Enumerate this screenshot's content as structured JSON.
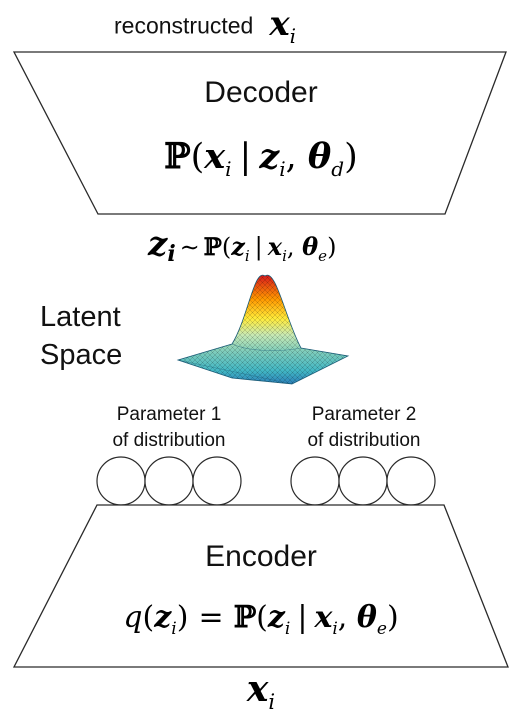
{
  "top_output": {
    "label": "reconstructed",
    "symbol": "x",
    "subscript": "i"
  },
  "decoder": {
    "title": "Decoder",
    "formula": {
      "P": "ℙ",
      "open": "(",
      "x": "x",
      "x_sub": "i",
      "given": "|",
      "z": "z",
      "z_sub": "i",
      "comma": ",",
      "theta": "θ",
      "theta_sub": "d",
      "close": ")"
    }
  },
  "sample": {
    "z": "z",
    "z_sub": "i",
    "tilde": "∼",
    "P": "ℙ",
    "open": "(",
    "z2": "z",
    "z2_sub": "i",
    "given": "|",
    "x": "x",
    "x_sub": "i",
    "comma": ",",
    "theta": "θ",
    "theta_sub": "e",
    "close": ")"
  },
  "latent": {
    "line1": "Latent",
    "line2": "Space"
  },
  "params": {
    "p1_line1": "Parameter 1",
    "p1_line2": "of distribution",
    "p2_line1": "Parameter 2",
    "p2_line2": "of distribution"
  },
  "encoder": {
    "title": "Encoder",
    "formula": {
      "q": "q",
      "open1": "(",
      "z": "z",
      "z_sub": "i",
      "close1": ")",
      "eq": "=",
      "P": "ℙ",
      "open2": "(",
      "z2": "z",
      "z2_sub": "i",
      "given": "|",
      "x": "x",
      "x_sub": "i",
      "comma": ",",
      "theta": "θ",
      "theta_sub": "e",
      "close2": ")"
    }
  },
  "bottom_input": {
    "symbol": "x",
    "subscript": "i"
  }
}
